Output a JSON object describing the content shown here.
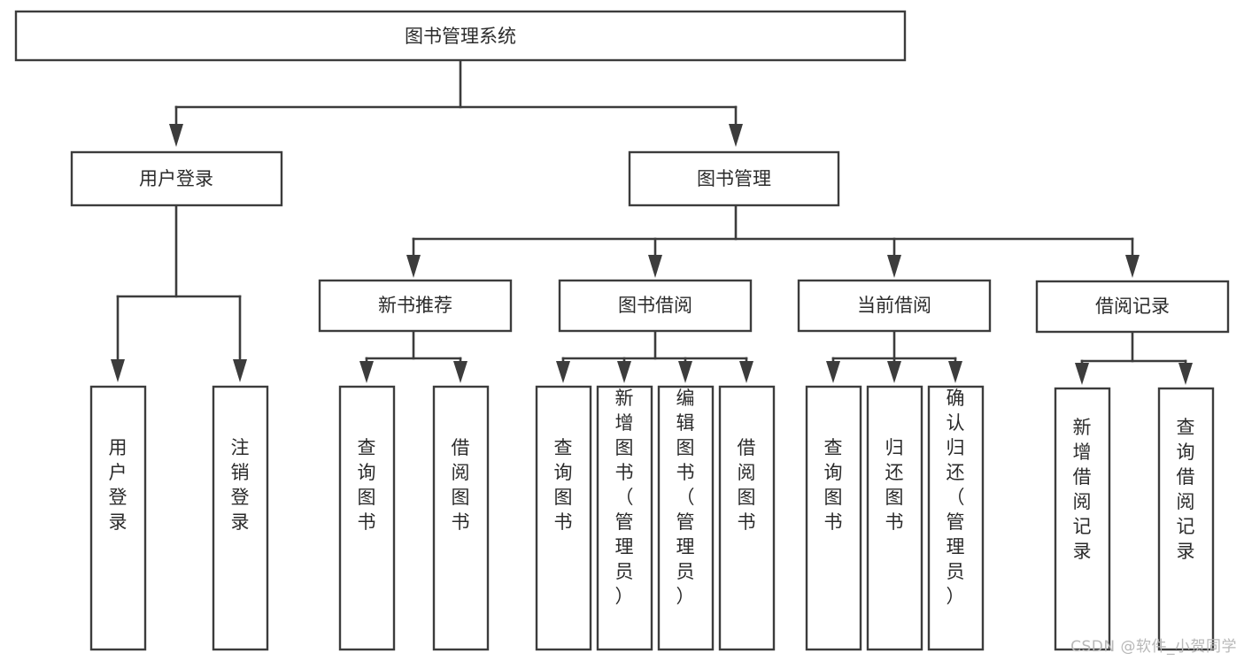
{
  "diagram": {
    "type": "tree-hierarchy",
    "title": "图书管理系统",
    "root": {
      "id": "root",
      "label": "图书管理系统"
    },
    "level2": [
      {
        "id": "user-login",
        "label": "用户登录"
      },
      {
        "id": "book-management",
        "label": "图书管理"
      }
    ],
    "level3": [
      {
        "id": "new-book-recommend",
        "label": "新书推荐",
        "parent": "book-management"
      },
      {
        "id": "book-borrow",
        "label": "图书借阅",
        "parent": "book-management"
      },
      {
        "id": "current-borrow",
        "label": "当前借阅",
        "parent": "book-management"
      },
      {
        "id": "borrow-record",
        "label": "借阅记录",
        "parent": "book-management"
      }
    ],
    "leaves": {
      "user-login": [
        {
          "id": "leaf-user-login",
          "label": "用户登录"
        },
        {
          "id": "leaf-user-logout",
          "label": "注销登录"
        }
      ],
      "new-book-recommend": [
        {
          "id": "leaf-query-book-1",
          "label": "查询图书"
        },
        {
          "id": "leaf-borrow-book-1",
          "label": "借阅图书"
        }
      ],
      "book-borrow": [
        {
          "id": "leaf-query-book-2",
          "label": "查询图书"
        },
        {
          "id": "leaf-add-book",
          "label": "新增图书（管理员）"
        },
        {
          "id": "leaf-edit-book",
          "label": "编辑图书（管理员）"
        },
        {
          "id": "leaf-borrow-book-2",
          "label": "借阅图书"
        }
      ],
      "current-borrow": [
        {
          "id": "leaf-query-book-3",
          "label": "查询图书"
        },
        {
          "id": "leaf-return-book",
          "label": "归还图书"
        },
        {
          "id": "leaf-confirm-return",
          "label": "确认归还（管理员）"
        }
      ],
      "borrow-record": [
        {
          "id": "leaf-add-record",
          "label": "新增借阅记录"
        },
        {
          "id": "leaf-query-record",
          "label": "查询借阅记录"
        }
      ]
    }
  },
  "watermark": {
    "text": "CSDN @软件_小贺同学"
  },
  "colors": {
    "stroke": "#3c3c3c",
    "box_fill": "#ffffff",
    "text": "#2b2b2b",
    "watermark": "#b8b8b8",
    "background": "#ffffff"
  }
}
